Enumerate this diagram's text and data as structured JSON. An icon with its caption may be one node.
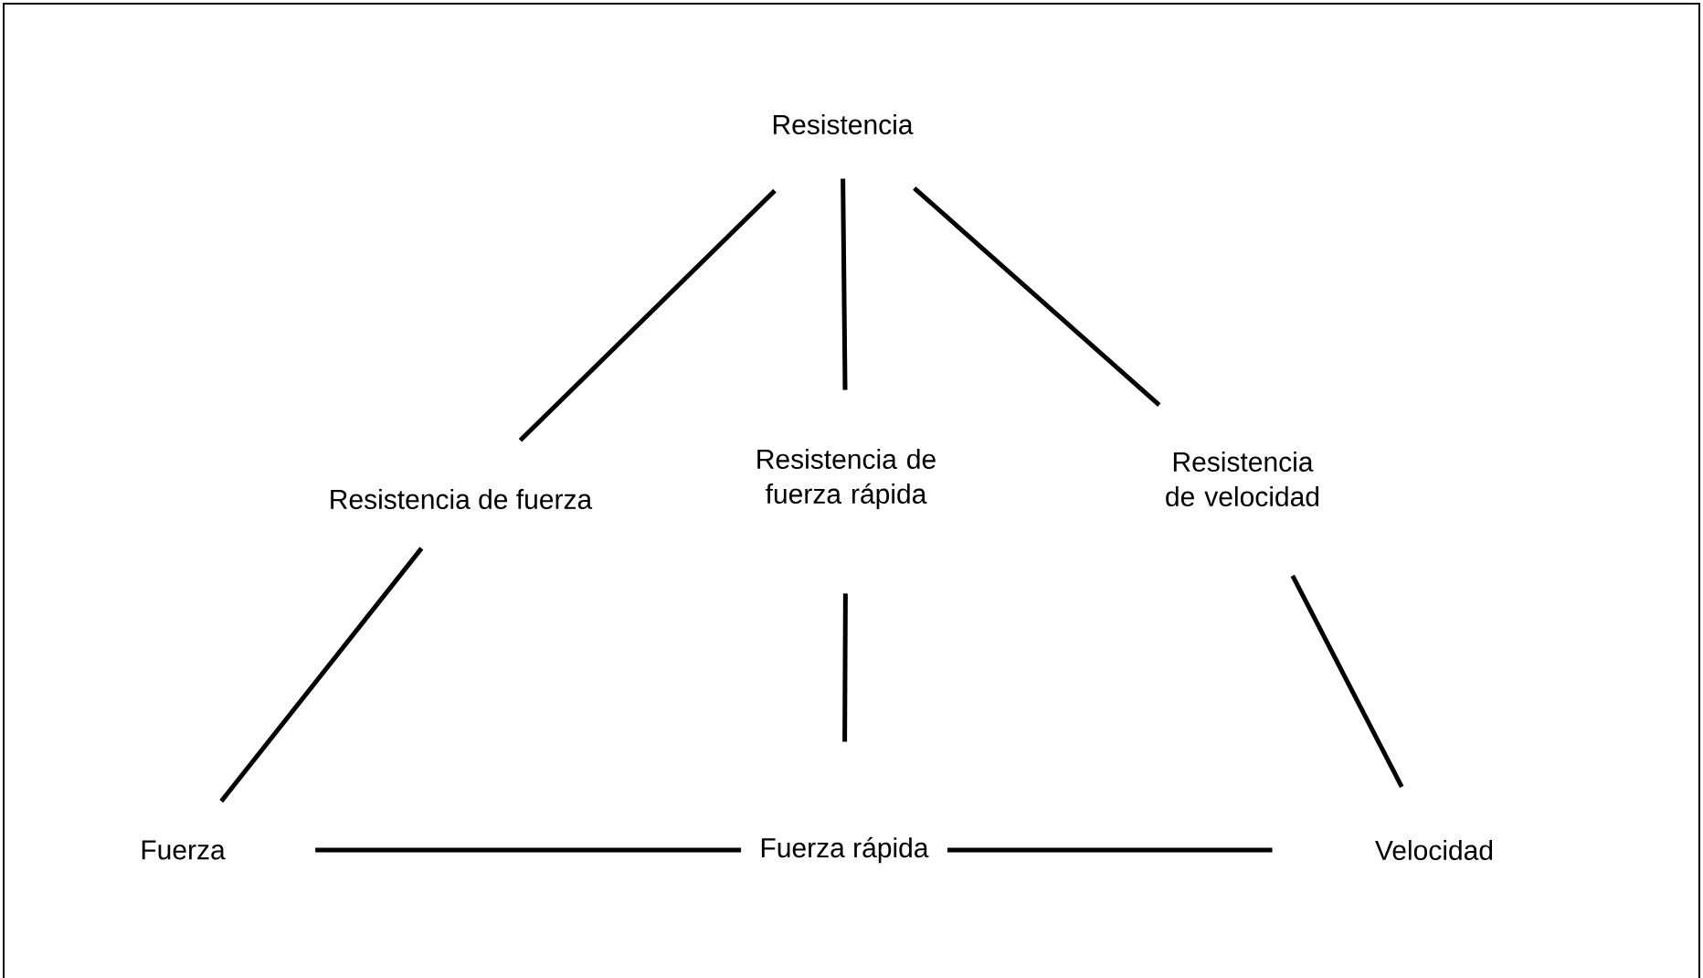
{
  "diagram": {
    "nodes": [
      {
        "text": [
          "Resistencia"
        ]
      },
      {
        "text": [
          "Resistencia de fuerza"
        ]
      },
      {
        "text": [
          "Resistencia de fuerza rápida"
        ]
      },
      {
        "text": [
          "Resistencia de velocidad"
        ]
      },
      {
        "text": [
          "Fuerza"
        ]
      },
      {
        "text": [
          "Fuerza rápida"
        ]
      },
      {
        "text": [
          "Velocidad"
        ]
      }
    ],
    "edges": [
      {
        "from": 0,
        "to": 1,
        "arrow": "none"
      },
      {
        "from": 0,
        "to": 2,
        "arrow": "none"
      },
      {
        "from": 0,
        "to": 3,
        "arrow": "none"
      },
      {
        "from": 1,
        "to": 4,
        "arrow": "none"
      },
      {
        "from": 2,
        "to": 5,
        "arrow": "none"
      },
      {
        "from": 3,
        "to": 6,
        "arrow": "none"
      },
      {
        "from": 4,
        "to": 5,
        "arrow": "none"
      },
      {
        "from": 5,
        "to": 6,
        "arrow": "none"
      }
    ]
  }
}
